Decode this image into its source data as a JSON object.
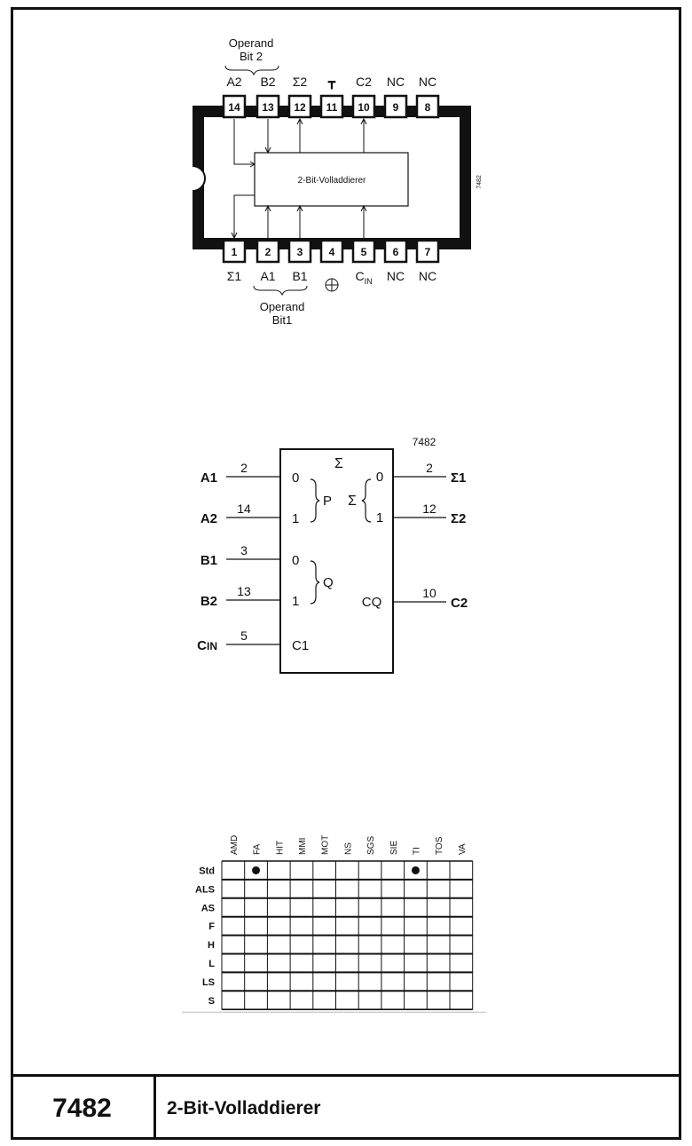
{
  "pinout": {
    "top_pins": [
      {
        "num": "14",
        "label": "A2"
      },
      {
        "num": "13",
        "label": "B2"
      },
      {
        "num": "12",
        "label": "Σ2"
      },
      {
        "num": "11",
        "label": "┳"
      },
      {
        "num": "10",
        "label": "C2"
      },
      {
        "num": "9",
        "label": "NC"
      },
      {
        "num": "8",
        "label": "NC"
      }
    ],
    "bottom_pins": [
      {
        "num": "1",
        "label": "Σ1"
      },
      {
        "num": "2",
        "label": "A1"
      },
      {
        "num": "3",
        "label": "B1"
      },
      {
        "num": "4",
        "label": "⊕"
      },
      {
        "num": "5",
        "label": "C",
        "sub": "IN"
      },
      {
        "num": "6",
        "label": "NC"
      },
      {
        "num": "7",
        "label": "NC"
      }
    ],
    "operand_top": [
      "Operand",
      "Bit 2"
    ],
    "operand_bottom": [
      "Operand",
      "Bit1"
    ],
    "inner_block": "2-Bit-Volladdierer",
    "side_label": "7482"
  },
  "symbol": {
    "part": "7482",
    "sigma_header": "Σ",
    "inputs": [
      {
        "name": "A1",
        "pin": "2",
        "port": "0"
      },
      {
        "name": "A2",
        "pin": "14",
        "port": "1"
      },
      {
        "name": "B1",
        "pin": "3",
        "port": "0"
      },
      {
        "name": "B2",
        "pin": "13",
        "port": "1"
      },
      {
        "name": "CIN",
        "pin": "5",
        "port": "C1"
      }
    ],
    "p_label": "P",
    "q_label": "Q",
    "sum_brace_label": "Σ",
    "sum_ports": [
      "0",
      "1"
    ],
    "cq_label": "CQ",
    "outputs": [
      {
        "name": "Σ1",
        "pin": "2"
      },
      {
        "name": "Σ2",
        "pin": "12"
      },
      {
        "name": "C2",
        "pin": "10"
      }
    ]
  },
  "availability": {
    "columns": [
      "AMD",
      "FA",
      "HIT",
      "MMI",
      "MOT",
      "NS",
      "SGS",
      "SIE",
      "TI",
      "TOS",
      "VA"
    ],
    "rows": [
      "Std",
      "ALS",
      "AS",
      "F",
      "H",
      "L",
      "LS",
      "S"
    ],
    "dots": [
      [
        0,
        1
      ],
      [
        0,
        8
      ]
    ]
  },
  "footer": {
    "number": "7482",
    "title": "2-Bit-Volladdierer"
  }
}
